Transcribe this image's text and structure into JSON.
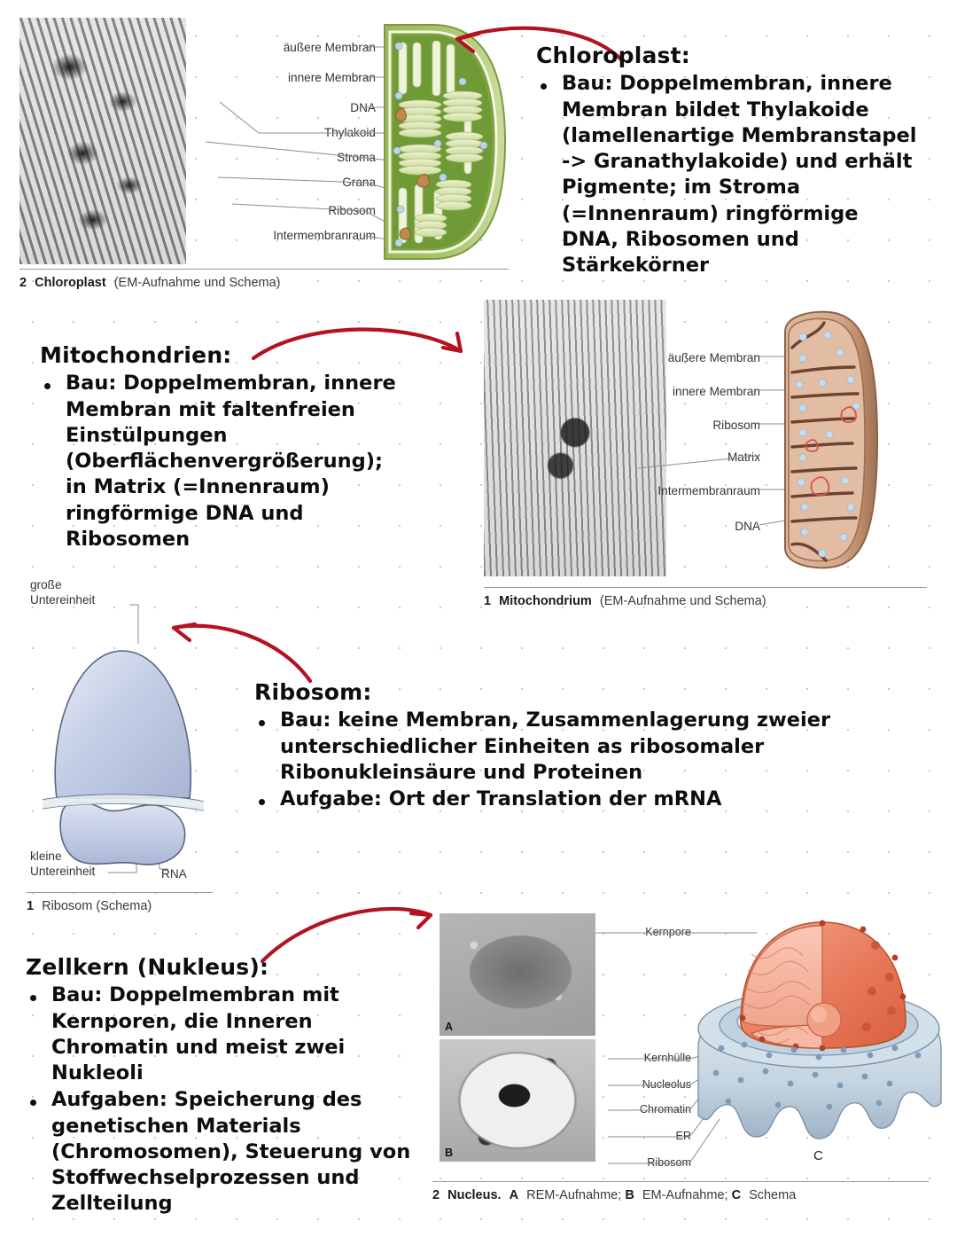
{
  "page": {
    "background": "#ffffff",
    "dot_color": "#c9c9c9",
    "highlight_color": "#f2aea6",
    "arrow_color": "#b41220",
    "ink_color": "#0d0d0d"
  },
  "notes": [
    {
      "id": "chloroplast",
      "heading": "Chloroplast:",
      "bullets": [
        "Bau: Doppelmembran, innere Membran bildet Thylakoide (lamellenartige Membranstapel -> Granathylakoide) und erhält Pigmente; im Stroma (=Innenraum) ringförmige DNA, Ribosomen und Stärkekörner"
      ]
    },
    {
      "id": "mitochondrien",
      "heading": "Mitochondrien:",
      "bullets": [
        "Bau: Doppelmembran, innere Membran mit faltenfreien Einstülpungen (Oberflächenvergrößerung); in Matrix (=Innenraum) ringförmige DNA und Ribosomen"
      ]
    },
    {
      "id": "ribosom",
      "heading": "Ribosom:",
      "bullets": [
        "Bau: keine Membran, Zusammenlagerung zweier unterschiedlicher Einheiten as ribosomaler Ribonukleinsäure und Proteinen",
        "Aufgabe: Ort der Translation der mRNA"
      ]
    },
    {
      "id": "zellkern",
      "heading": "Zellkern (Nukleus):",
      "bullets": [
        "Bau: Doppelmembran mit Kernporen, die Inneren Chromatin und meist zwei Nukleoli",
        "Aufgaben: Speicherung des genetischen Materials (Chromosomen), Steuerung von Stoffwechselprozessen und Zellteilung"
      ]
    }
  ],
  "figures": {
    "chloroplast": {
      "caption_number": "2",
      "caption_title": "Chloroplast",
      "caption_rest": "(EM-Aufnahme und Schema)",
      "labels": [
        "äußere Membran",
        "innere Membran",
        "DNA",
        "Thylakoid",
        "Stroma",
        "Grana",
        "Ribosom",
        "Intermembranraum"
      ]
    },
    "mitochondrium": {
      "caption_number": "1",
      "caption_title": "Mitochondrium",
      "caption_rest": "(EM-Aufnahme und Schema)",
      "labels": [
        "äußere Membran",
        "innere Membran",
        "Ribosom",
        "Matrix",
        "Intermembranraum",
        "DNA"
      ]
    },
    "ribosom": {
      "caption_number": "1",
      "caption_title": "Ribosom",
      "caption_rest": "(Schema)",
      "labels": {
        "large": "große\nUntereinheit",
        "large_line1": "große",
        "large_line2": "Untereinheit",
        "small_line1": "kleine",
        "small_line2": "Untereinheit",
        "rna": "RNA"
      }
    },
    "nucleus": {
      "caption_number": "2",
      "caption_title": "Nucleus.",
      "caption_parts": [
        {
          "bold": "A",
          "text": " REM-Aufnahme; "
        },
        {
          "bold": "B",
          "text": " EM-Aufnahme; "
        },
        {
          "bold": "C",
          "text": " Schema"
        }
      ],
      "panel_a": "A",
      "panel_b": "B",
      "panel_c": "C",
      "labels": [
        "Kernpore",
        "Kernhülle",
        "Nucleolus",
        "Chromatin",
        "ER",
        "Ribosom"
      ]
    }
  }
}
